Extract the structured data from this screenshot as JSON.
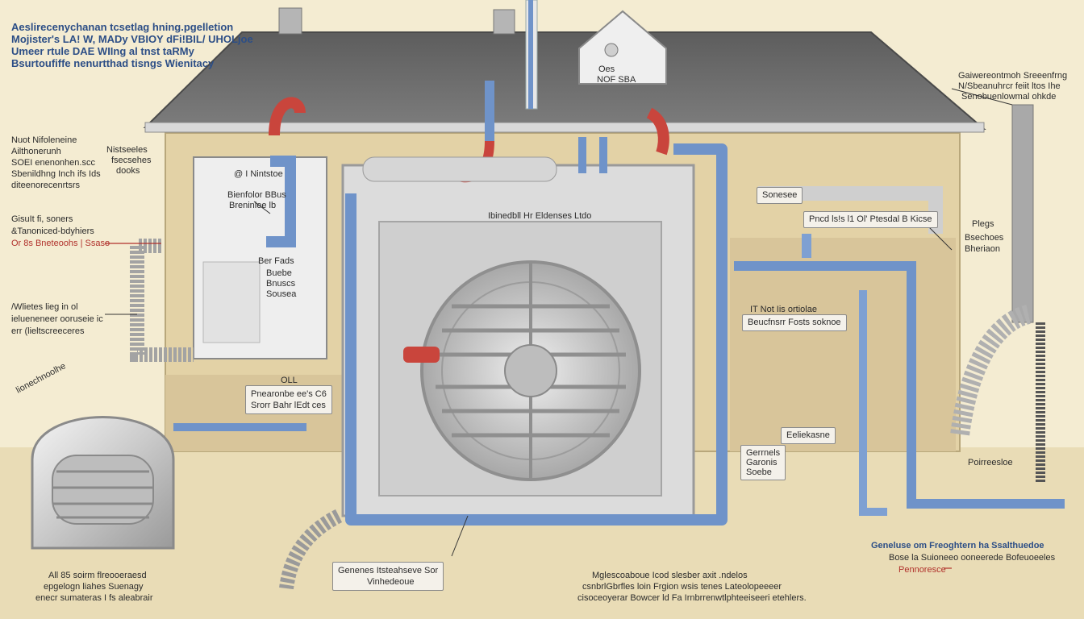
{
  "colors": {
    "background": "#f4ecd2",
    "wall": "#e3d2a6",
    "roof": "#6b6b6b",
    "supply_duct": "#6f93c9",
    "return_duct": "#c9453c",
    "metal": "#c8c8c8",
    "label_text": "#2c4e86",
    "leader_red": "#b0302b"
  },
  "icons": {
    "fan": "fan-icon",
    "chimney": "chimney-icon",
    "thermostat": "thermostat-icon"
  },
  "labels": {
    "top_left_1": "Aeslirecenychanan tcsetlag hning.pgelletion",
    "top_left_2": "Mojister's LA! W, MADy VBIOY dFi!BIL/ UHOLjoe",
    "top_left_3": "Umeer rtule DAE WIIng al tnst taRMy",
    "top_left_4": "Bsurtoufiffe nenurtthad tisngs  Wienitacy",
    "left_a_1": "Nuot Nifoleneine",
    "left_a_2": "Ailthonerunh",
    "left_a_3": "SOEI enenonhen.scc",
    "left_a_4": "Sbenildhng Inch ifs Ids",
    "left_a_5": "diteenorecenrtsrs",
    "left_b_1": "GisuIt fi, soners",
    "left_b_2": "&Tanoniced-bdyhiers",
    "left_b_3": "Or 8s Bneteoohs | Ssaso",
    "left_c_1": "/Wlietes lieg in ol",
    "left_c_2": "ielueneneer ooruseie ic",
    "left_c_3": "err (lieltscreeceres",
    "flue_label_1": "Nistseeles",
    "flue_label_2": "fsecsehes",
    "flue_label_3": "dooks",
    "furnace_1": "@ I Nintstoe",
    "furnace_2": "Bienfolor BBus",
    "furnace_3": "Breninlee lb",
    "furnace_4": "Ber Fads",
    "furnace_5": "Buebe",
    "furnace_6": "Bnuscs",
    "furnace_7": "Sousea",
    "center_top": "Ibinedbll  Hr Eldenses Ltdo",
    "mid_box_1": "OLL",
    "mid_box_2": "Pnearonbe ee's C6",
    "mid_box_3": "Srorr Bahr lEdt ces",
    "roof_box_1": "Oes",
    "roof_box_2": "NOF SBA",
    "right_top_1": "Gaiwereontmoh  Sreeenfrng",
    "right_top_2": "N/Sbeanuhrcr feiit ltos Ihe",
    "right_top_3": "Senobuenlowmal  ohkde",
    "right_box_1": "Sonesee",
    "right_box_2": "Pncd ls!s l1 Ol' Ptesdal B Kicse",
    "right_side_1": "Plegs",
    "right_side_2": "Bsechoes",
    "right_side_3": "Bheriaon",
    "right_mid_1": "IT Not  Iis ortiolae",
    "right_mid_2": "Beucfnsrr Fosts soknoe",
    "right_low": "Eeliekasne",
    "right_low_2": "Gerrnels",
    "right_low_3": "Garonis",
    "right_low_4": "Soebe",
    "right_floor": "Poirreesloe",
    "bottom_left_1": "All 85 soirm  flreooeraesd",
    "bottom_left_2": "epgelogn liahes  Suenagy",
    "bottom_left_3": "enecr sumateras  I fs aleabrair",
    "bottom_center_1": "Genenes Itsteahseve  Sor",
    "bottom_center_2": "Vinhedeoue",
    "bottom_mid_1": "Mglescoaboue  Icod  slesber axit .ndelos",
    "bottom_mid_2": "csnbrlGbrfles loin Frgion wsis tenes  Lateolopeeeer",
    "bottom_mid_3": "cisoceoyerar Bowcer  ld Fa  Irnbrrenwtlphteeiseeri etehlers.",
    "bottom_right_1": "Geneluse  om Freoghtern ha  Ssalthuedoe",
    "bottom_right_2": "Bose  la  Suioneeo ooneerede  Bofeuoeeles",
    "bottom_right_3": "Pennoresce",
    "vent_label": "lionechnoolhe"
  }
}
